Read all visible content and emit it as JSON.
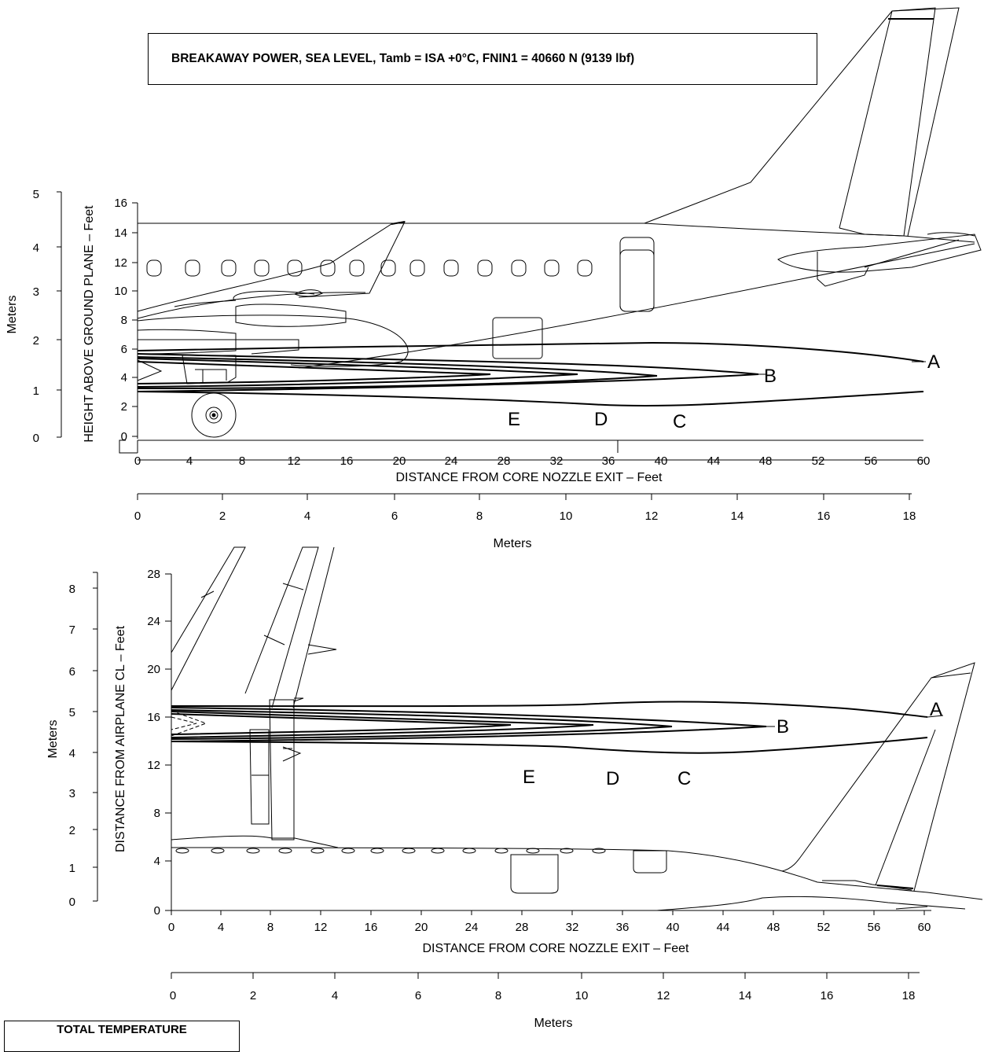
{
  "title": "BREAKAWAY POWER, SEA LEVEL, Tamb = ISA +0°C, FNIN1 = 40660 N (9139 lbf)",
  "side_view": {
    "y_feet_label": "HEIGHT ABOVE GROUND PLANE – Feet",
    "y_feet_ticks": [
      "0",
      "2",
      "4",
      "6",
      "8",
      "10",
      "12",
      "14",
      "16"
    ],
    "y_meter_label": "Meters",
    "y_meter_ticks": [
      "0",
      "1",
      "2",
      "3",
      "4",
      "5"
    ],
    "x_feet_label": "DISTANCE FROM CORE NOZZLE EXIT – Feet",
    "x_feet_ticks": [
      "0",
      "4",
      "8",
      "12",
      "16",
      "20",
      "24",
      "28",
      "32",
      "36",
      "40",
      "44",
      "48",
      "52",
      "56",
      "60"
    ],
    "x_meter_label": "Meters",
    "x_meter_ticks": [
      "0",
      "2",
      "4",
      "6",
      "8",
      "10",
      "12",
      "14",
      "16",
      "18"
    ],
    "contour_labels": [
      "A",
      "B",
      "C",
      "D",
      "E"
    ]
  },
  "plan_view": {
    "y_feet_label": "DISTANCE FROM AIRPLANE CL – Feet",
    "y_feet_ticks": [
      "0",
      "4",
      "8",
      "12",
      "16",
      "20",
      "24",
      "28"
    ],
    "y_meter_label": "Meters",
    "y_meter_ticks": [
      "0",
      "1",
      "2",
      "3",
      "4",
      "5",
      "6",
      "7",
      "8"
    ],
    "x_feet_label": "DISTANCE FROM CORE NOZZLE EXIT – Feet",
    "x_feet_ticks": [
      "0",
      "4",
      "8",
      "12",
      "16",
      "20",
      "24",
      "28",
      "32",
      "36",
      "40",
      "44",
      "48",
      "52",
      "56",
      "60"
    ],
    "x_meter_label": "Meters",
    "x_meter_ticks": [
      "0",
      "2",
      "4",
      "6",
      "8",
      "10",
      "12",
      "14",
      "16",
      "18"
    ],
    "contour_labels": [
      "A",
      "B",
      "C",
      "D",
      "E"
    ]
  },
  "legend": {
    "title": "TOTAL TEMPERATURE"
  }
}
